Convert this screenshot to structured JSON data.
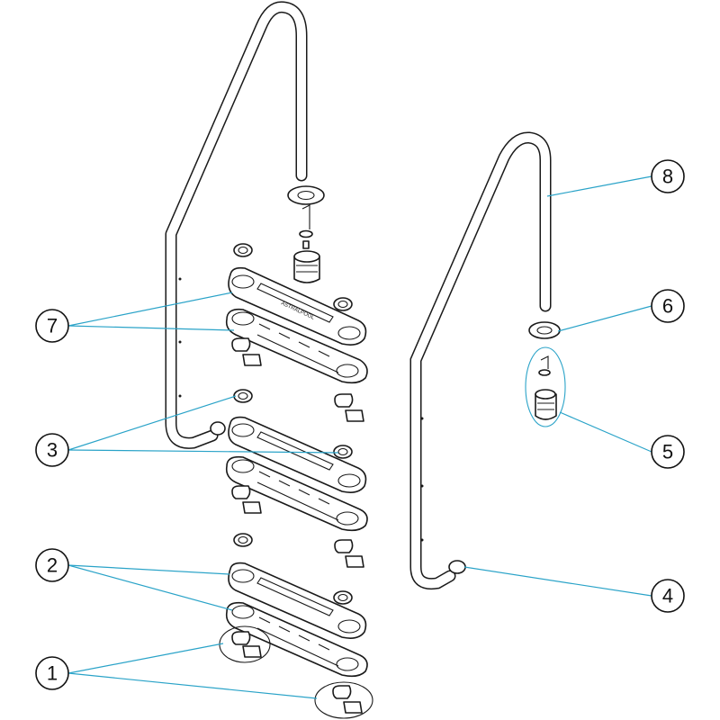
{
  "diagram": {
    "callouts": [
      {
        "id": "1",
        "label": "1"
      },
      {
        "id": "2",
        "label": "2"
      },
      {
        "id": "3",
        "label": "3"
      },
      {
        "id": "4",
        "label": "4"
      },
      {
        "id": "5",
        "label": "5"
      },
      {
        "id": "6",
        "label": "6"
      },
      {
        "id": "7",
        "label": "7"
      },
      {
        "id": "8",
        "label": "8"
      }
    ],
    "tread_brand": "ASTRALPOOL",
    "colors": {
      "leader_line": "#2aa3c8",
      "outline": "#1a1a1a",
      "background": "#ffffff"
    }
  }
}
